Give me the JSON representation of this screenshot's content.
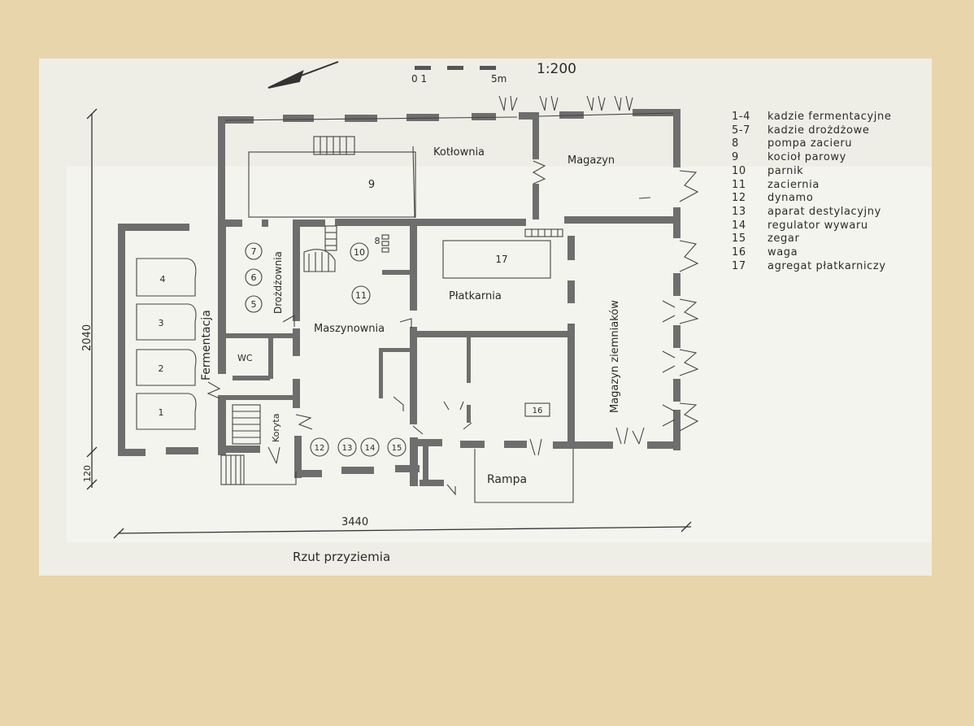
{
  "drawing": {
    "scale_ratio": "1:200",
    "scale_bar_start": "0 1",
    "scale_bar_end": "5m",
    "caption": "Rzut przyziemia",
    "dimensions": {
      "width": "3440",
      "height": "2040",
      "plinth": "120"
    },
    "rooms": {
      "kotlownia": "Kotłownia",
      "magazyn": "Magazyn",
      "fermentacja": "Fermentacja",
      "drozdzownia": "Drożdżownia",
      "maszynownia": "Maszynownia",
      "platkarnia": "Płatkarnia",
      "magazyn_ziemniakow": "Magazyn ziemniaków",
      "wc": "WC",
      "koryta": "Koryta",
      "rampa": "Rampa"
    },
    "markers": {
      "m1": "1",
      "m2": "2",
      "m3": "3",
      "m4": "4",
      "m5": "5",
      "m6": "6",
      "m7": "7",
      "m8": "8",
      "m9": "9",
      "m10": "10",
      "m11": "11",
      "m12": "12",
      "m13": "13",
      "m14": "14",
      "m15": "15",
      "m16": "16",
      "m17": "17"
    }
  },
  "legend": [
    {
      "key": "1-4",
      "text": "kadzie fermentacyjne"
    },
    {
      "key": "5-7",
      "text": "kadzie drożdżowe"
    },
    {
      "key": "8",
      "text": "pompa zacieru"
    },
    {
      "key": "9",
      "text": "kocioł parowy"
    },
    {
      "key": "10",
      "text": "parnik"
    },
    {
      "key": "11",
      "text": "zaciernia"
    },
    {
      "key": "12",
      "text": "dynamo"
    },
    {
      "key": "13",
      "text": "aparat destylacyjny"
    },
    {
      "key": "14",
      "text": "regulator wywaru"
    },
    {
      "key": "15",
      "text": "zegar"
    },
    {
      "key": "16",
      "text": "waga"
    },
    {
      "key": "17",
      "text": "agregat płatkarniczy"
    }
  ],
  "colors": {
    "board": "#e8d5ab",
    "sheet": "#efeee6",
    "wall": "#6e6e6e",
    "ink": "#2a2a2a"
  }
}
